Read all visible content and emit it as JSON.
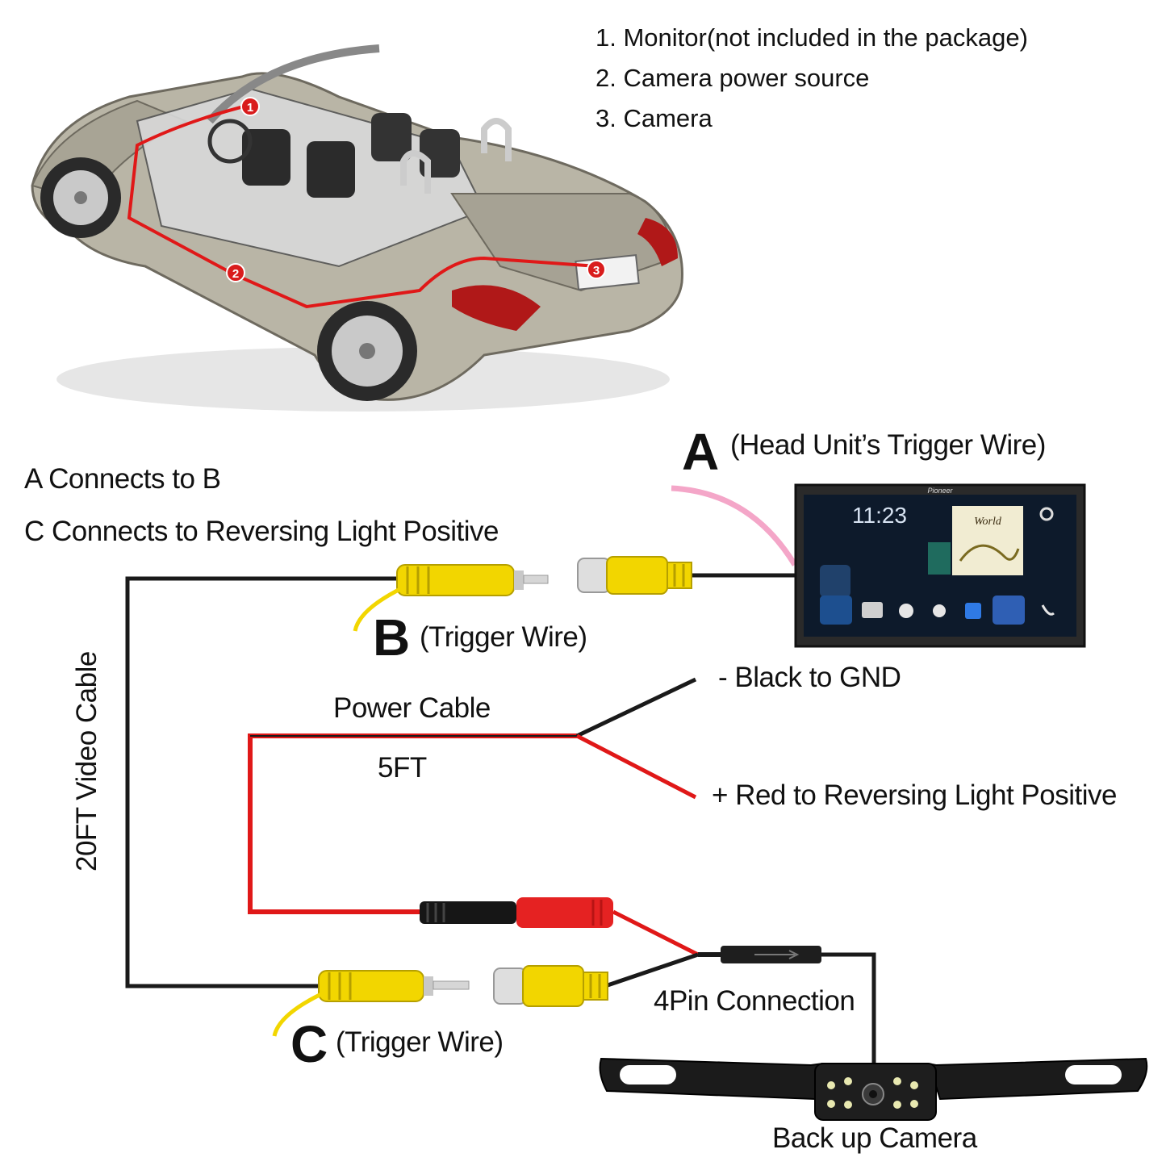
{
  "legend": {
    "items": [
      "1. Monitor(not included in the package)",
      "2. Camera power source",
      "3. Camera"
    ]
  },
  "car_markers": [
    "1",
    "2",
    "3"
  ],
  "notes": {
    "a_to_b": "A Connects to B",
    "c_to_reverse": "C Connects to Reversing Light Positive"
  },
  "labels": {
    "a_letter": "A",
    "a_desc": "(Head Unit’s Trigger Wire)",
    "b_letter": "B",
    "b_desc": "(Trigger Wire)",
    "c_letter": "C",
    "c_desc": "(Trigger Wire)",
    "video_cable": "20FT Video Cable",
    "power_cable": "Power Cable",
    "power_length": "5FT",
    "black_gnd": "- Black to GND",
    "red_reverse": "+ Red to Reversing Light Positive",
    "four_pin": "4Pin Connection",
    "camera": "Back up Camera"
  },
  "monitor": {
    "brand": "Pioneer",
    "time": "11:23",
    "album": "World"
  },
  "colors": {
    "wire_black": "#1a1a1a",
    "wire_red": "#e01818",
    "rca_yellow": "#f2d600",
    "trigger_pink": "#f4a6c8",
    "trigger_yellow": "#f2d600",
    "marker_red": "#d91c1c"
  }
}
